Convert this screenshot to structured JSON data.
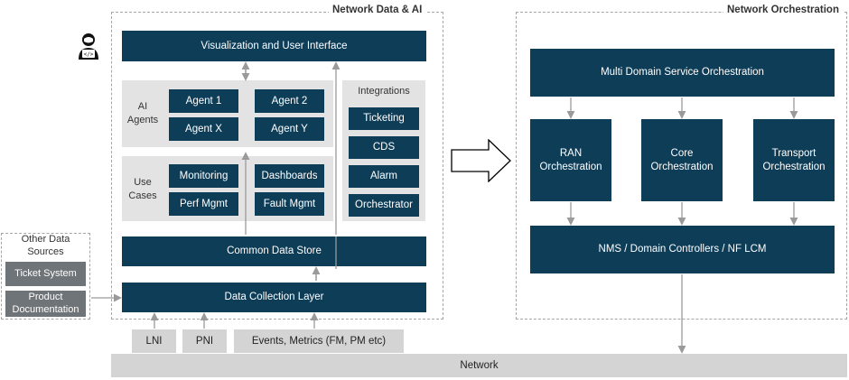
{
  "network_data_ai": {
    "title": "Network Data & AI",
    "visualization": "Visualization and User Interface",
    "ai_agents": {
      "label_line1": "AI",
      "label_line2": "Agents",
      "agents": [
        "Agent 1",
        "Agent 2",
        "Agent X",
        "Agent Y"
      ]
    },
    "use_cases": {
      "label_line1": "Use",
      "label_line2": "Cases",
      "items": [
        "Monitoring",
        "Dashboards",
        "Perf Mgmt",
        "Fault Mgmt"
      ]
    },
    "integrations": {
      "title": "Integrations",
      "items": [
        "Ticketing",
        "CDS",
        "Alarm",
        "Orchestrator"
      ]
    },
    "common_data_store": "Common Data Store",
    "data_collection_layer": "Data Collection Layer"
  },
  "other_sources": {
    "title_line1": "Other Data",
    "title_line2": "Sources",
    "ticket_system": "Ticket System",
    "product_doc_line1": "Product",
    "product_doc_line2": "Documentation"
  },
  "inputs": [
    "LNI",
    "PNI",
    "Events, Metrics (FM, PM etc)"
  ],
  "network": "Network",
  "network_orchestration": {
    "title": "Network Orchestration",
    "mdso": "Multi Domain Service Orchestration",
    "ran_line1": "RAN",
    "ran_line2": "Orchestration",
    "core_line1": "Core",
    "core_line2": "Orchestration",
    "transport_line1": "Transport",
    "transport_line2": "Orchestration",
    "nms": "NMS / Domain Controllers / NF LCM"
  },
  "colors": {
    "dark_box": "#0e3d58",
    "gray_zone": "#e3e3e3",
    "source_box": "#6f7478",
    "network_bar": "#d4d4d4"
  }
}
